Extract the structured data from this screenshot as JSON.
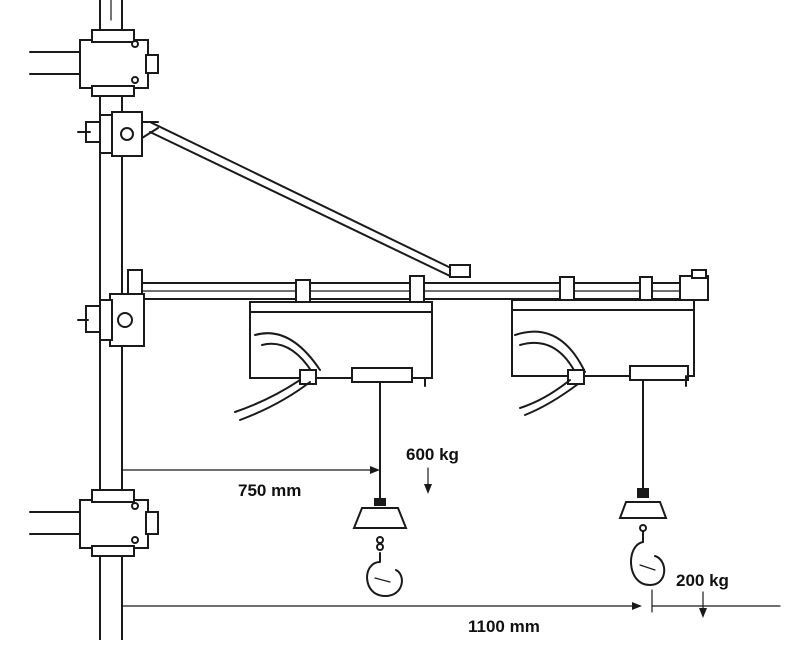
{
  "annotations": {
    "load_near": "600 kg",
    "distance_near": "750 mm",
    "load_far": "200 kg",
    "distance_far": "1100 mm"
  },
  "colors": {
    "ink": "#1a1a1a",
    "background": "#ffffff"
  }
}
